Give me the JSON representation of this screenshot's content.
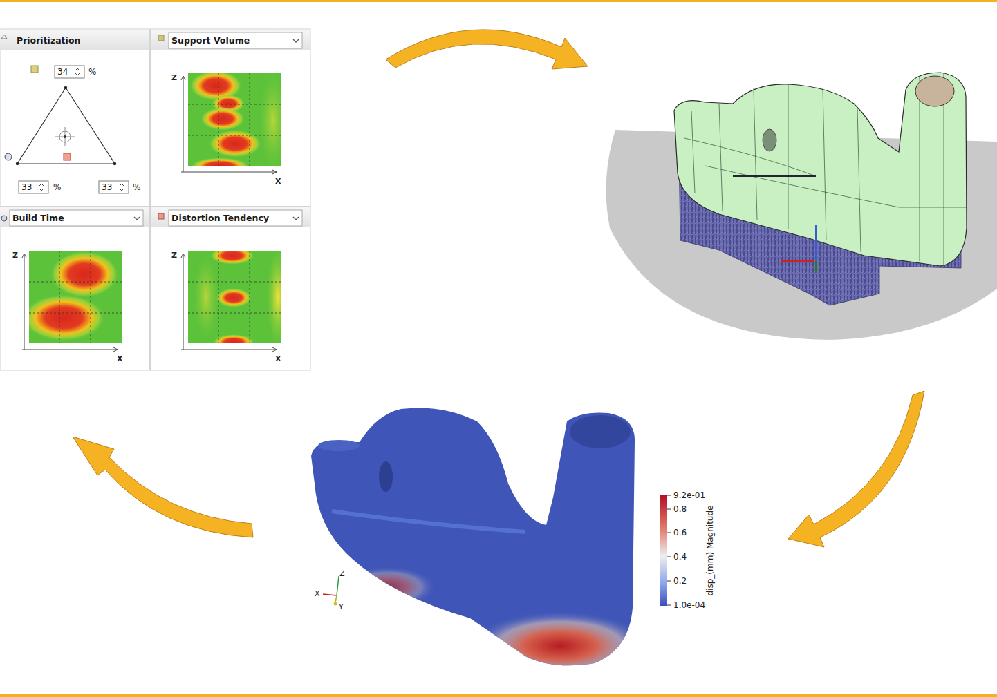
{
  "diagram": {
    "nodes": [
      {
        "text": [
          "Prioritization"
        ]
      },
      {
        "text": [
          "Support Volume"
        ]
      },
      {
        "text": [
          "Build Time"
        ]
      },
      {
        "text": [
          "Distortion Tendency"
        ]
      },
      {
        "text": [
          "34"
        ],
        "in": 0
      },
      {
        "text": [
          "33"
        ],
        "in": 0
      },
      {
        "text": [
          "33"
        ],
        "in": 0
      }
    ],
    "labels": [
      "%",
      "%",
      "%",
      "Z",
      "X",
      "Z",
      "X",
      "Z",
      "X",
      "9.2e-01",
      "0.8",
      "0.6",
      "0.4",
      "0.2",
      "1.0e-04",
      "disp_(mm) Magnitude",
      "Z",
      "X",
      "Y"
    ]
  }
}
